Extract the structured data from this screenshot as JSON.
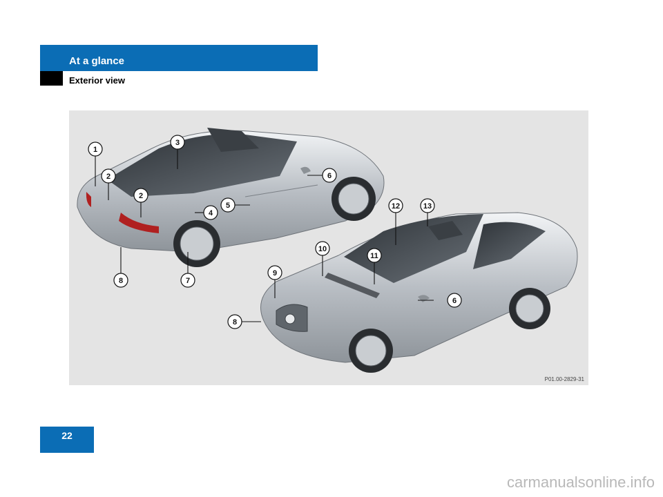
{
  "header": {
    "section_title": "At a glance",
    "subtitle": "Exterior view"
  },
  "figure": {
    "reference_code": "P01.00-2829-31",
    "callouts_rear_car": [
      "1",
      "2",
      "2",
      "3",
      "4",
      "5",
      "6",
      "7",
      "8"
    ],
    "callouts_front_car": [
      "6",
      "8",
      "9",
      "10",
      "11",
      "12",
      "13"
    ]
  },
  "footer": {
    "page_number": "22"
  },
  "watermark": "carmanualsonline.info",
  "colors": {
    "accent_blue": "#0b6db5",
    "figure_bg": "#e4e4e4"
  }
}
